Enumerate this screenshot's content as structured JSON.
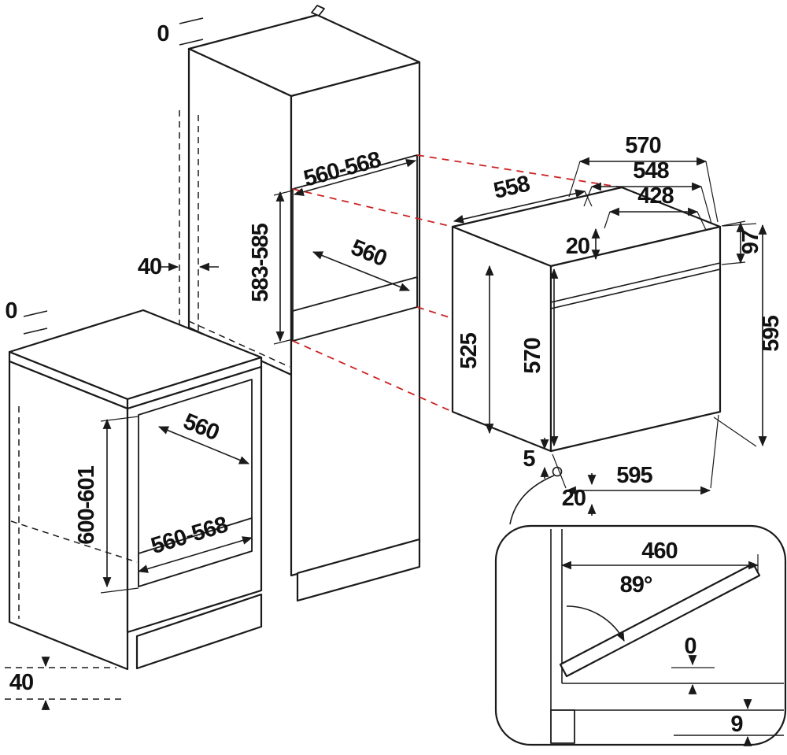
{
  "diagram": {
    "colors": {
      "line": "#1a1a1a",
      "projection": "#cc2222",
      "niche_wall": "#9a9a9a",
      "niche_floor": "#d6d6d6",
      "section": "#c9c9c9"
    },
    "tall_cabinet": {
      "top_gap": "0",
      "side_gap": "40",
      "niche_width": "560-568",
      "niche_height": "583-585",
      "niche_depth": "560"
    },
    "base_cabinet": {
      "top_gap": "0",
      "niche_depth": "560",
      "niche_height": "600-601",
      "niche_width": "560-568",
      "plinth_height": "40"
    },
    "oven": {
      "depth_total": "570",
      "depth_body": "548",
      "depth_rear": "428",
      "width_rear": "558",
      "top_inset": "20",
      "panel_height": "97",
      "height": "595",
      "side_height": "525",
      "front_height": "570",
      "bottom_gap": "5",
      "width": "595",
      "bottom_inset": "20"
    },
    "door_detail": {
      "door_depth": "460",
      "opening_angle": "89°",
      "flush_gap": "0",
      "floor_gap": "9"
    }
  }
}
